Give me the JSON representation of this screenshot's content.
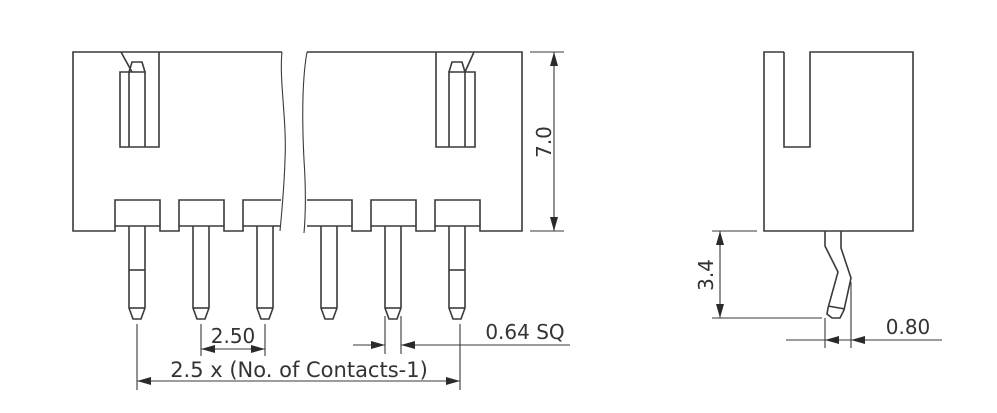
{
  "drawing": {
    "title": "Connector header technical drawing (front and side views)",
    "colors": {
      "line": "#3a3a3a",
      "text": "#333333",
      "background": "#ffffff"
    },
    "front_view": {
      "dimensions": {
        "height": "7.0",
        "pitch": "2.50",
        "pin_size": "0.64 SQ",
        "overall": "2.5 x (No. of Contacts-1)"
      }
    },
    "side_view": {
      "dimensions": {
        "pin_length": "3.4",
        "pin_offset": "0.80"
      }
    }
  }
}
